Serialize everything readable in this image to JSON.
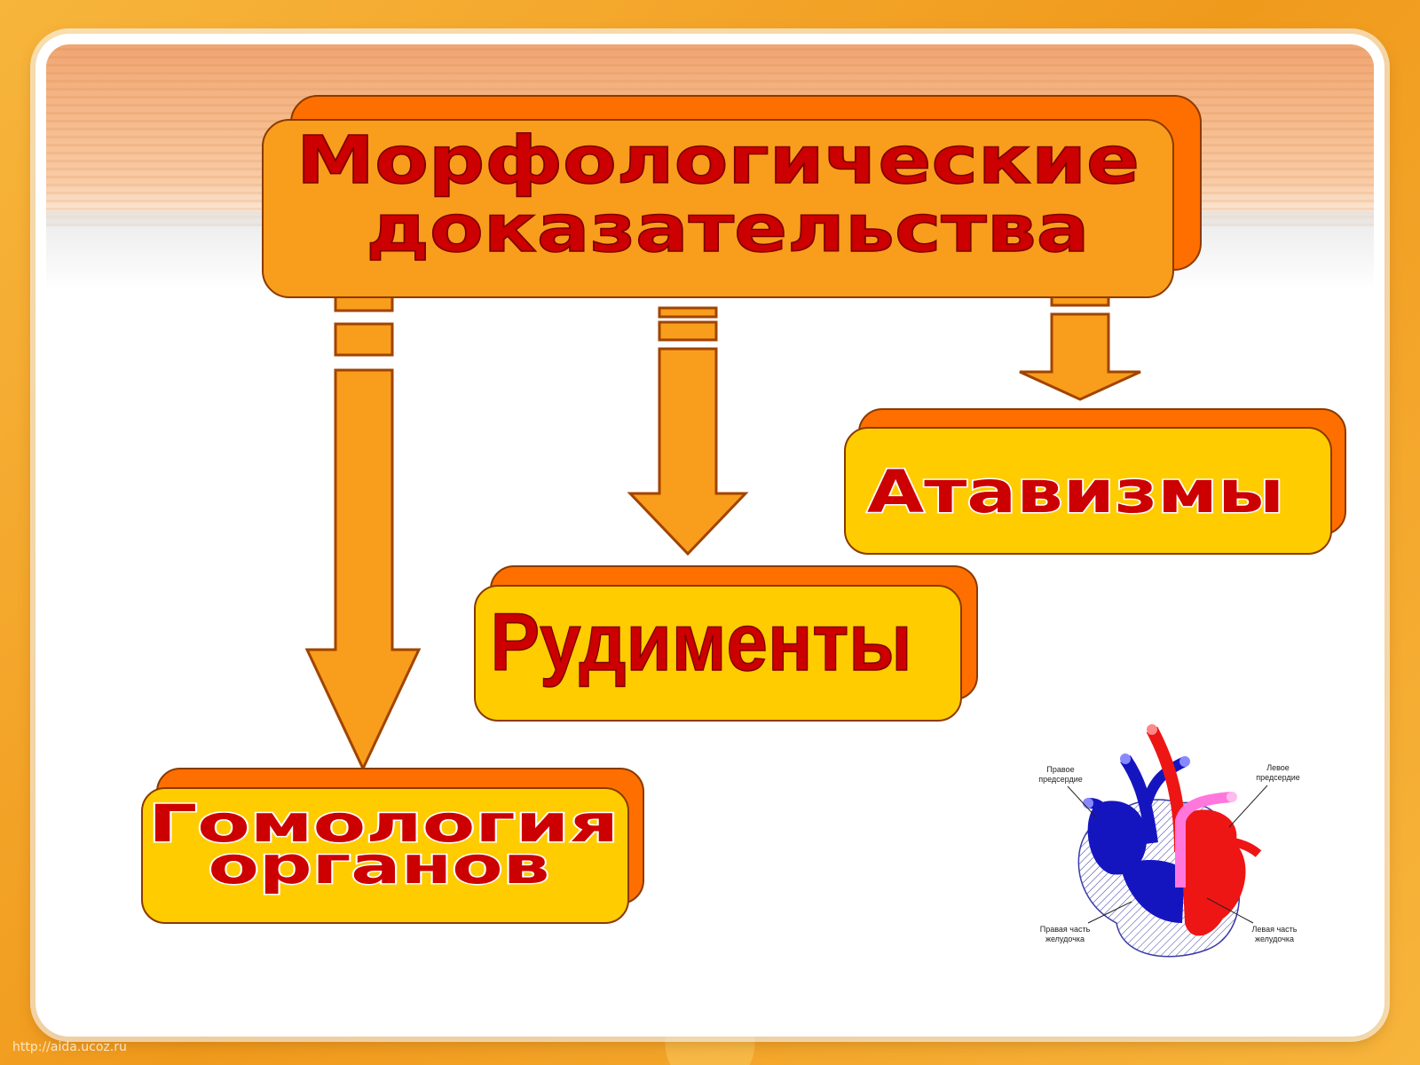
{
  "diagram": {
    "title_line1": "Морфологические",
    "title_line2": "доказательства",
    "box_atavisms": "Атавизмы",
    "box_rudiments": "Рудименты",
    "box_homology_line1": "Гомология",
    "box_homology_line2": "органов"
  },
  "heart": {
    "right_atrium_line1": "Правое",
    "right_atrium_line2": "предсердие",
    "left_atrium_line1": "Левое",
    "left_atrium_line2": "предсердие",
    "right_ventricle_line1": "Правая часть",
    "right_ventricle_line2": "желудочка",
    "left_ventricle_line1": "Левая часть",
    "left_ventricle_line2": "желудочка"
  },
  "footer": {
    "url": "http://aida.ucoz.ru"
  },
  "colors": {
    "box_orange": "#f99d1c",
    "box_yellow": "#ffcc00",
    "box_back": "#ff6f00",
    "box_border": "#8a3a00",
    "text_red": "#cc0000",
    "arrow_fill": "#f99d1c",
    "arrow_border": "#a14400"
  }
}
